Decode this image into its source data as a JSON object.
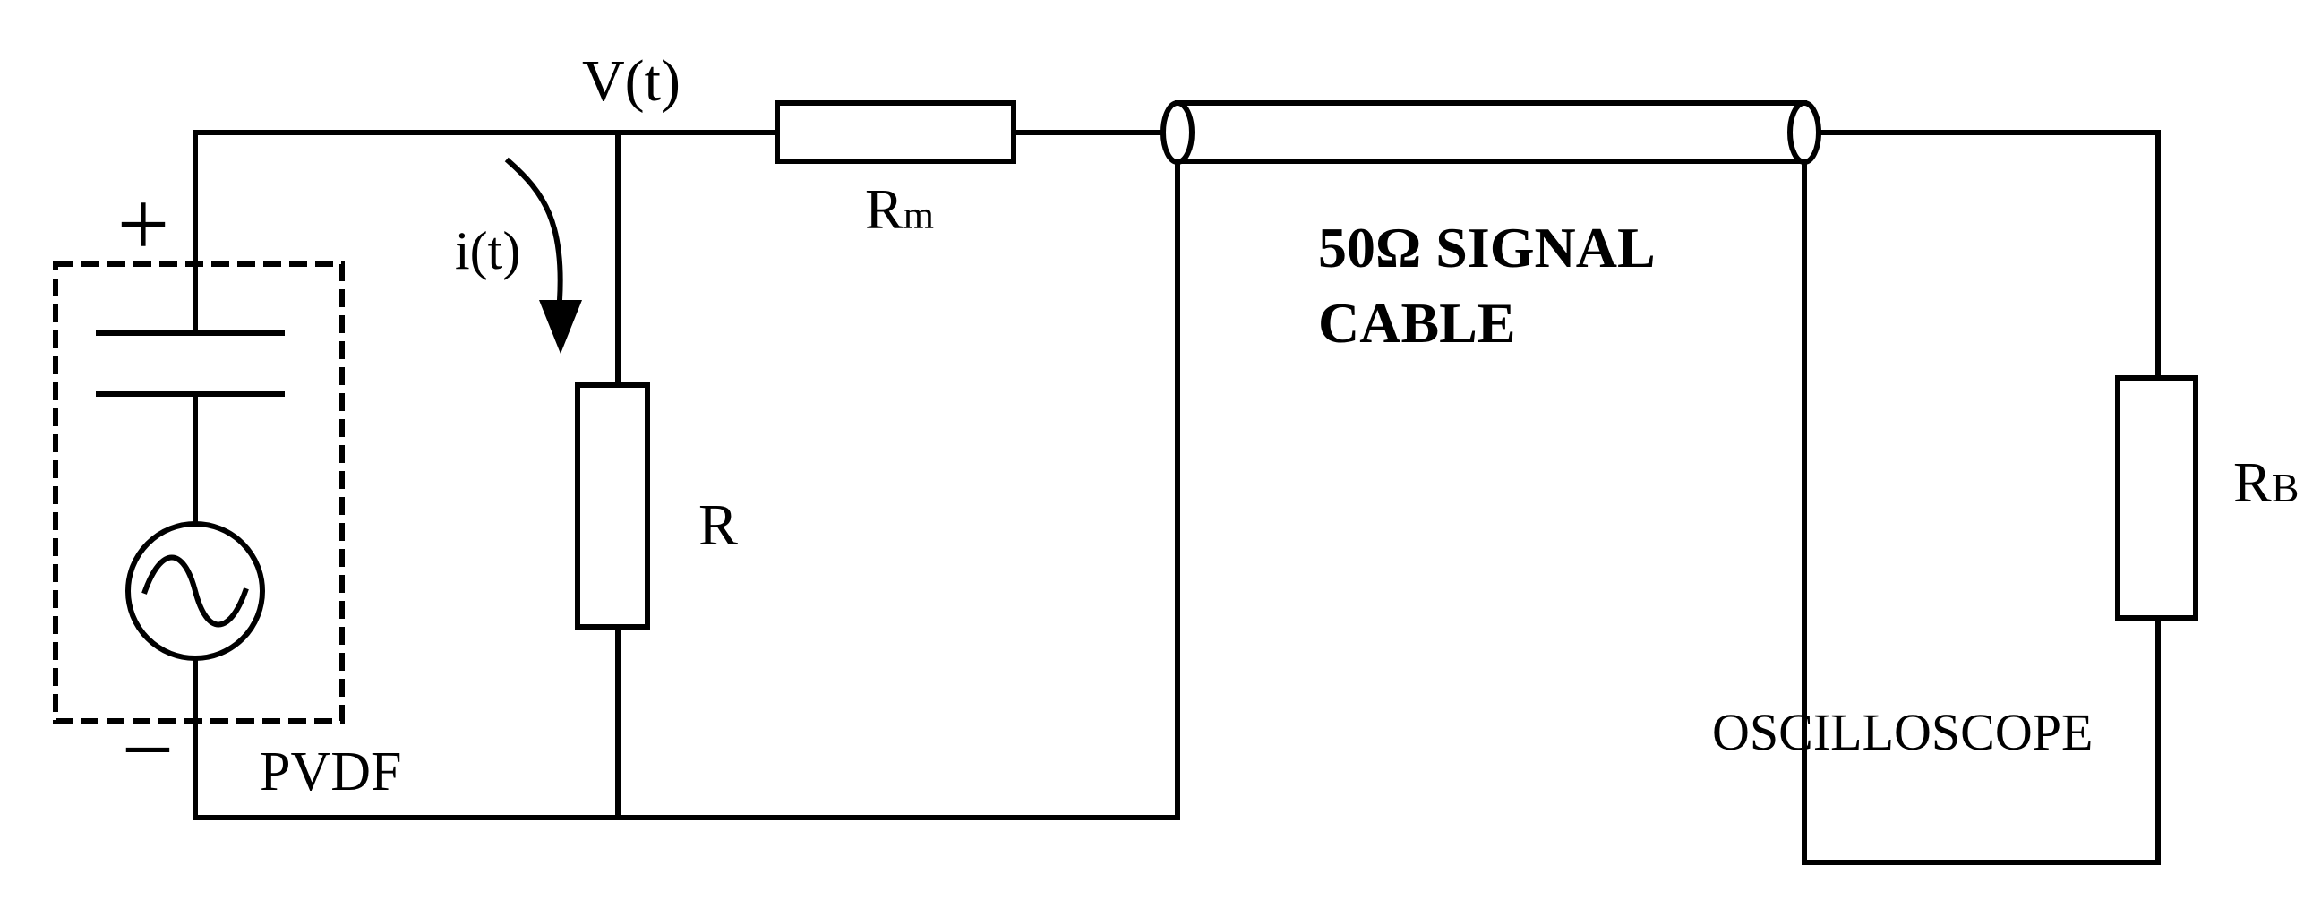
{
  "labels": {
    "node_voltage": "V(t)",
    "current": "i(t)",
    "series_resistor_main": "R",
    "series_resistor_sub": "m",
    "shunt_resistor": "R",
    "load_resistor_main": "R",
    "load_resistor_sub": "B",
    "cable_line1": "50Ω SIGNAL",
    "cable_line2": "CABLE",
    "plus_sign": "+",
    "minus_sign": "−",
    "sensor": "PVDF",
    "instrument": "OSCILLOSCOPE"
  }
}
